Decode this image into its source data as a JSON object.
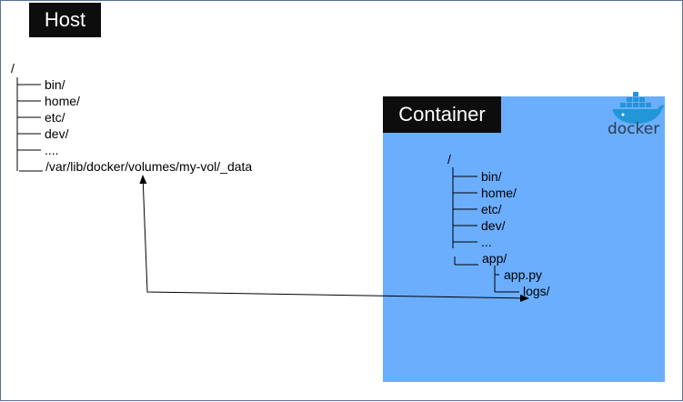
{
  "host": {
    "title": "Host",
    "root": "/",
    "entries": [
      "bin/",
      "home/",
      "etc/",
      "dev/",
      "....",
      "/var/lib/docker/volumes/my-vol/_data"
    ]
  },
  "container": {
    "title": "Container",
    "root": "/",
    "entries": [
      "bin/",
      "home/",
      "etc/",
      "dev/",
      "...",
      "app/"
    ],
    "app_children": [
      "app.py",
      "logs/"
    ]
  },
  "logo": {
    "text": "docker",
    "icon": "docker-whale-icon"
  },
  "colors": {
    "container_fill": "#6aaefd",
    "label_bg": "#0d0d0d",
    "border": "#5b6f97",
    "whale": "#2396d8"
  }
}
